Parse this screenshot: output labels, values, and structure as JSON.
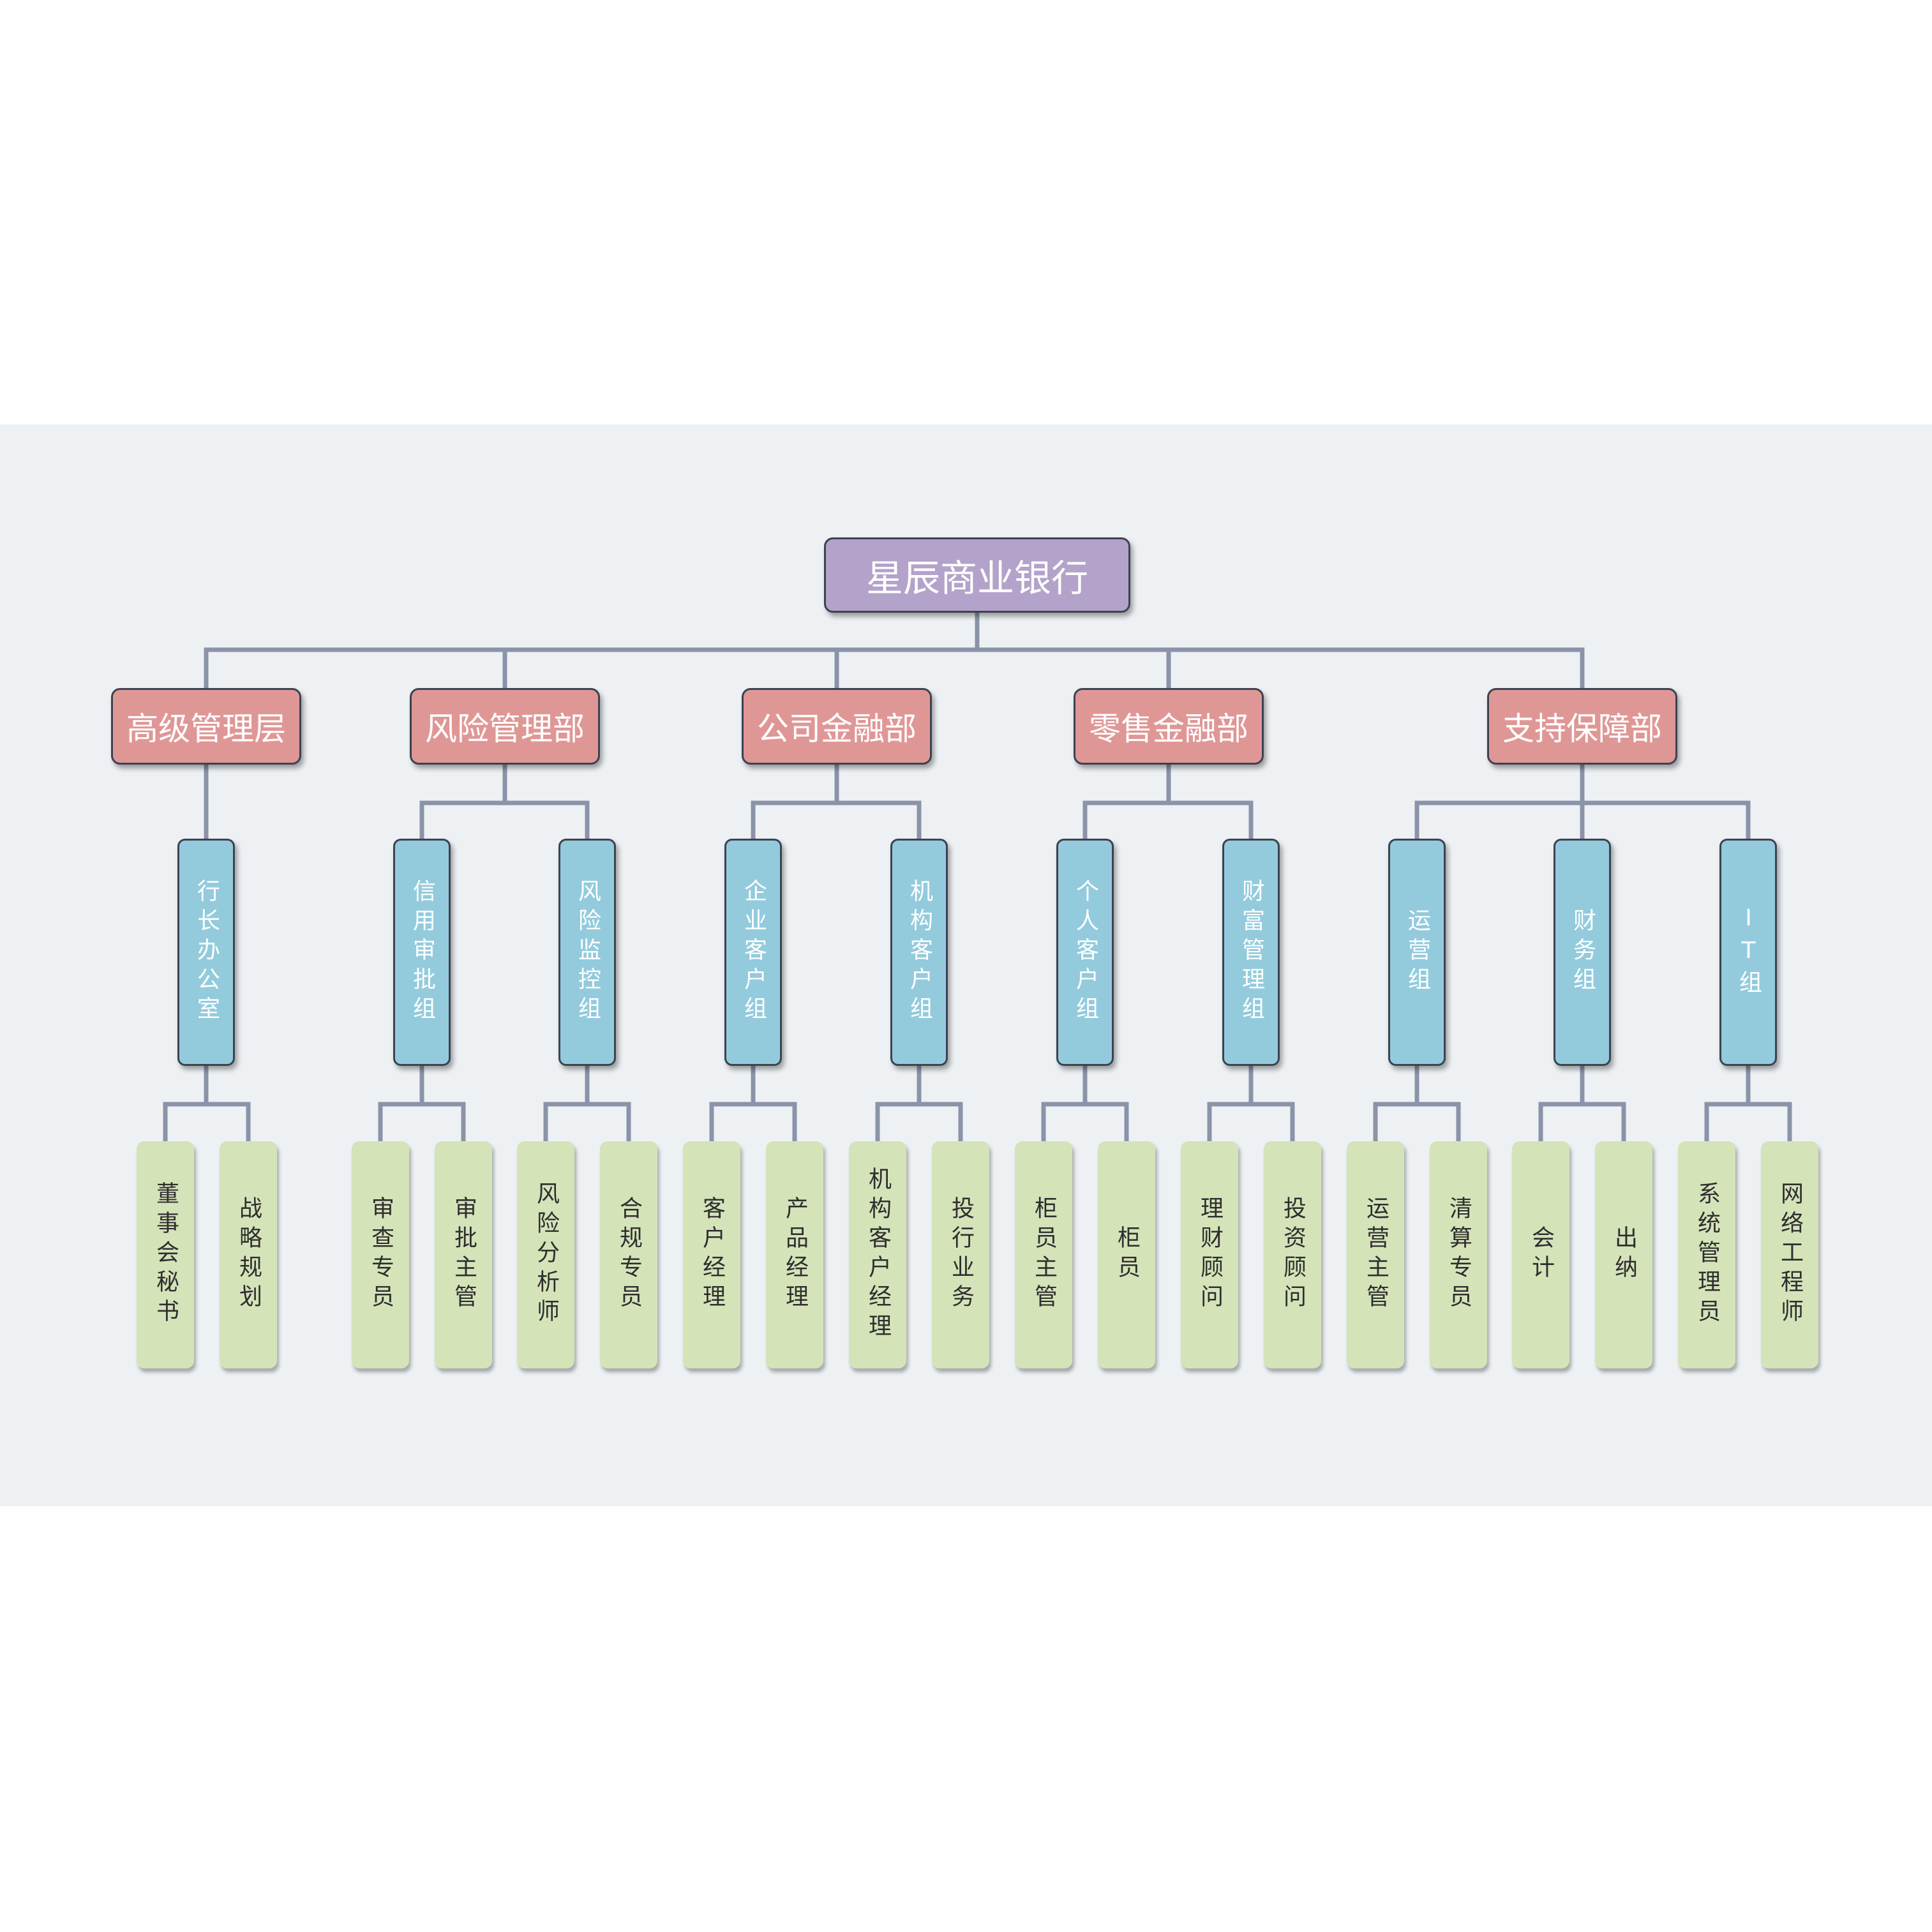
{
  "colors": {
    "root_fill": "#b3a2c9",
    "dept_fill": "#df9796",
    "group_fill": "#93cbdd",
    "role_fill": "#d5e3b9",
    "connector": "#8a93a8",
    "background": "#edf1f4"
  },
  "root": {
    "label": "星辰商业银行"
  },
  "departments": [
    {
      "label": "高级管理层",
      "groups": [
        {
          "label": "行长办公室",
          "roles": [
            "董事会秘书",
            "战略规划"
          ]
        }
      ]
    },
    {
      "label": "风险管理部",
      "groups": [
        {
          "label": "信用审批组",
          "roles": [
            "审查专员",
            "审批主管"
          ]
        },
        {
          "label": "风险监控组",
          "roles": [
            "风险分析师",
            "合规专员"
          ]
        }
      ]
    },
    {
      "label": "公司金融部",
      "groups": [
        {
          "label": "企业客户组",
          "roles": [
            "客户经理",
            "产品经理"
          ]
        },
        {
          "label": "机构客户组",
          "roles": [
            "机构客户经理",
            "投行业务"
          ]
        }
      ]
    },
    {
      "label": "零售金融部",
      "groups": [
        {
          "label": "个人客户组",
          "roles": [
            "柜员主管",
            "柜员"
          ]
        },
        {
          "label": "财富管理组",
          "roles": [
            "理财顾问",
            "投资顾问"
          ]
        }
      ]
    },
    {
      "label": "支持保障部",
      "groups": [
        {
          "label": "运营组",
          "roles": [
            "运营主管",
            "清算专员"
          ]
        },
        {
          "label": "财务组",
          "roles": [
            "会计",
            "出纳"
          ]
        },
        {
          "label": "IT组",
          "roles": [
            "系统管理员",
            "网络工程师"
          ]
        }
      ]
    }
  ]
}
